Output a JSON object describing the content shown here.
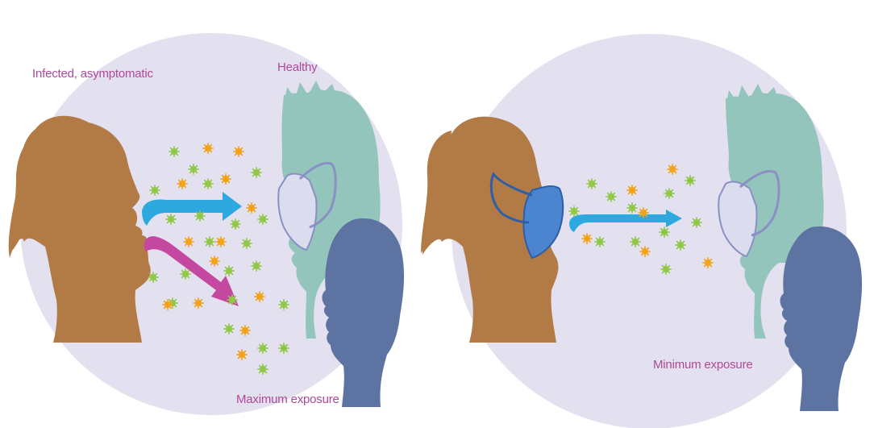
{
  "labels": {
    "infected": "Infected, asymptomatic",
    "healthy": "Healthy",
    "max_exposure": "Maximum exposure",
    "min_exposure": "Minimum exposure"
  },
  "colors": {
    "circle_bg": "#e3e1ef",
    "infected_person": "#b27b46",
    "healthy_person": "#93c5bd",
    "child_person": "#5d74a2",
    "mask_light": "#dcdcef",
    "mask_blue": "#4b84cf",
    "arrow_blue": "#2ea9e0",
    "arrow_magenta": "#c448a0",
    "particle_green": "#92c84a",
    "particle_orange": "#f2a31c",
    "label_text": "#b0489a"
  },
  "icons": [
    "virus-particle-icon",
    "respiration-arrow-icon",
    "face-mask-icon"
  ]
}
